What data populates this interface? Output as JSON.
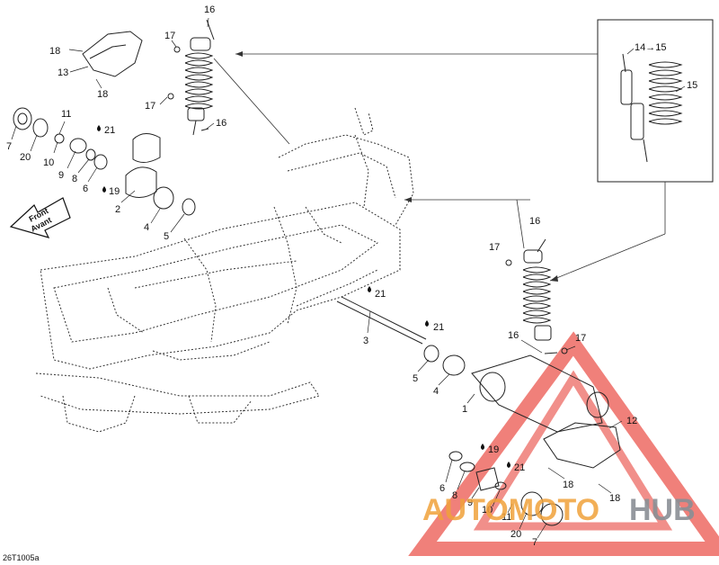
{
  "diagram_ref": "26T1005a",
  "front_arrow": {
    "line1": "Front",
    "line2": "Avant"
  },
  "callouts": {
    "c16a": "16",
    "c17a": "17",
    "c18a": "18",
    "c13": "13",
    "c18b": "18",
    "c17b": "17",
    "c16b": "16",
    "c11a": "11",
    "c21a": "21",
    "c7a": "7",
    "c20a": "20",
    "c10a": "10",
    "c9a": "9",
    "c8a": "8",
    "c6a": "6",
    "c19a": "19",
    "c2": "2",
    "c4a": "4",
    "c5a": "5",
    "c14": "14→15",
    "c15": "15",
    "c16c": "16",
    "c17c": "17",
    "c21b": "21",
    "c21c": "21",
    "c3": "3",
    "c16d": "16",
    "c17d": "17",
    "c5b": "5",
    "c4b": "4",
    "c1": "1",
    "c12": "12",
    "c19b": "19",
    "c21d": "21",
    "c6b": "6",
    "c8b": "8",
    "c9b": "9",
    "c18c": "18",
    "c18d": "18",
    "c10b": "10",
    "c11b": "11",
    "c20b": "20",
    "c7b": "7"
  },
  "watermark": {
    "part1": "AUTOMOTO",
    "part2": "HUB"
  },
  "colors": {
    "watermark_red": "#e8453c",
    "watermark_orange": "#f0a23a",
    "watermark_gray": "#8a8f95"
  }
}
